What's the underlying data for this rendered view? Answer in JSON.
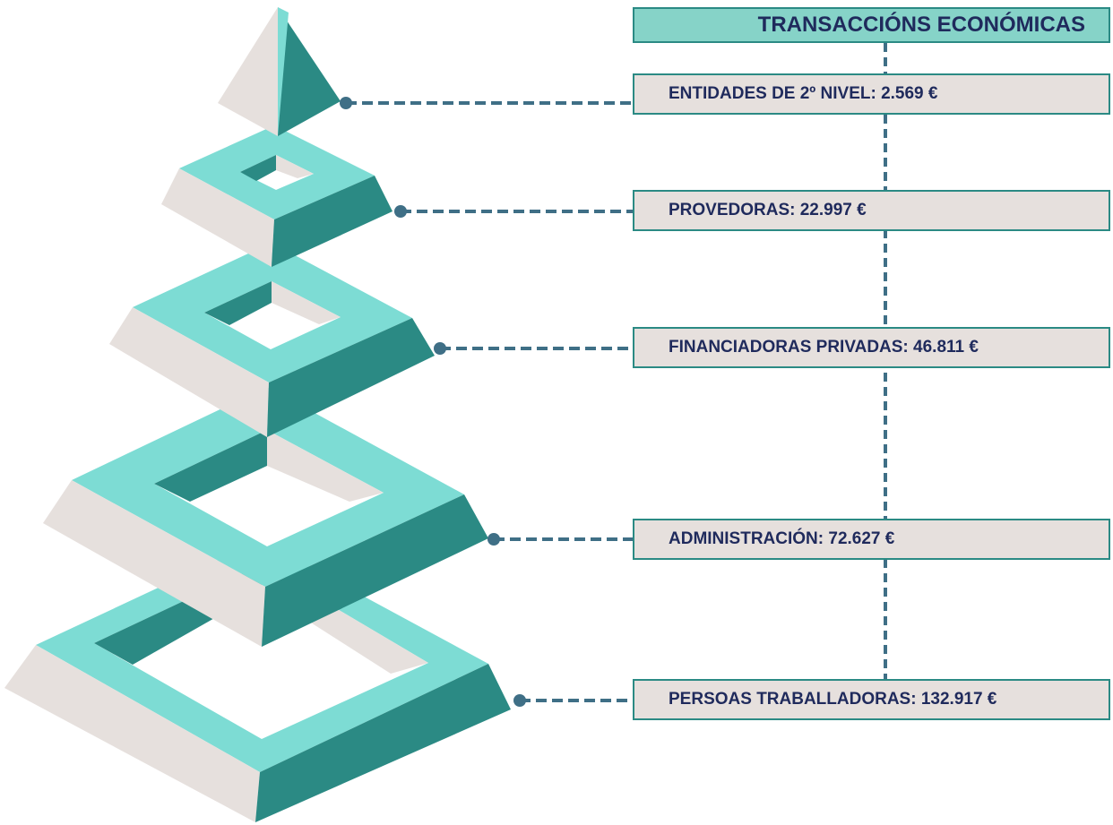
{
  "header": {
    "title": "TRANSACCIÓNS ECONÓMICAS"
  },
  "tiers": [
    {
      "label": "ENTIDADES DE 2º NIVEL: 2.569 €"
    },
    {
      "label": "PROVEDORAS: 22.997 €"
    },
    {
      "label": "FINANCIADORAS PRIVADAS: 46.811 €"
    },
    {
      "label": "ADMINISTRACIÓN: 72.627 €"
    },
    {
      "label": "PERSOAS TRABALLADORAS: 132.917 €"
    }
  ],
  "colors": {
    "teal_dark": "#2b8a84",
    "teal_light": "#7ddcd4",
    "grey_face": "#e6e0dd",
    "connector": "#3f6f86",
    "text_navy": "#1f2a5c",
    "header_fill": "#86d3c8"
  }
}
